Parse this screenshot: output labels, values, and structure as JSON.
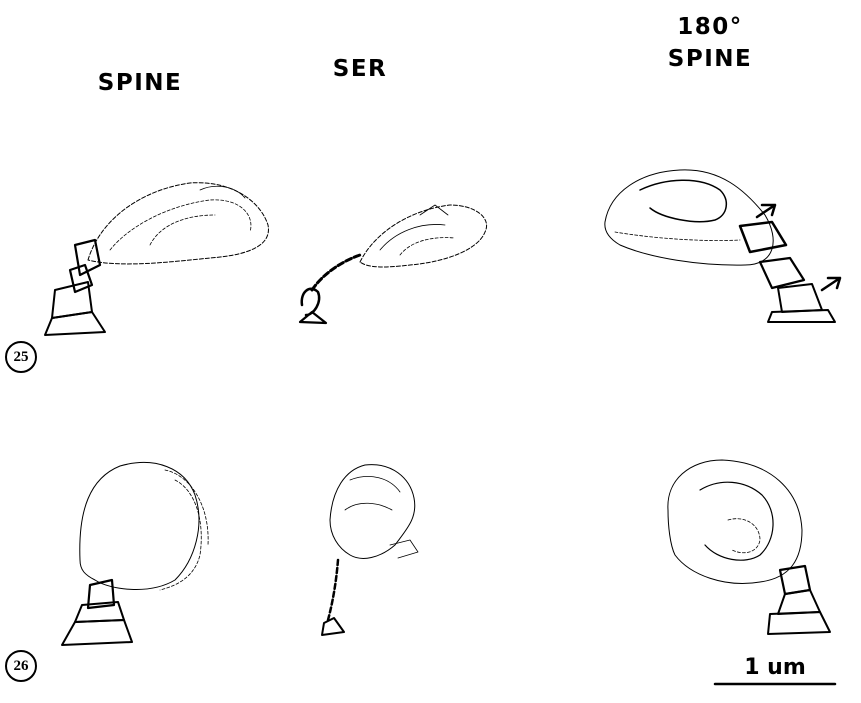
{
  "columns": {
    "spine": "SPINE",
    "ser": "SER",
    "angle": "180°",
    "spine_180": "SPINE"
  },
  "figures": {
    "fig25": "25",
    "fig26": "26"
  },
  "scale_bar": {
    "label": "1 um"
  }
}
